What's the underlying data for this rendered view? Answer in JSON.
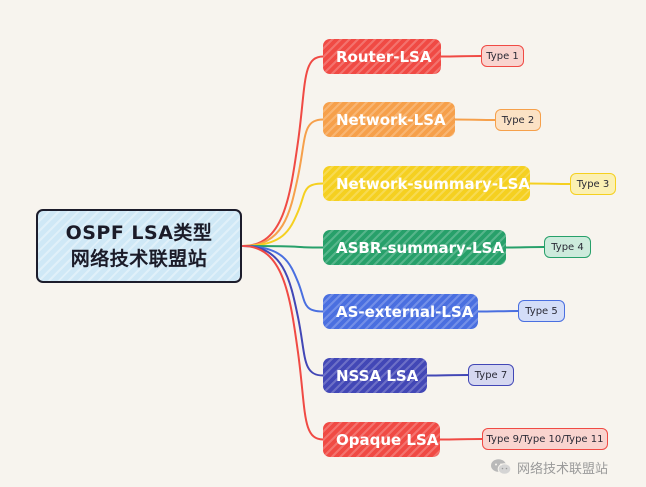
{
  "root": {
    "line1": "OSPF LSA类型",
    "line2": "网络技术联盟站"
  },
  "branches": [
    {
      "label": "Router-LSA",
      "tag": "Type 1",
      "color": "#f04a44",
      "tag_bg": "#f9d4cf"
    },
    {
      "label": "Network-LSA",
      "tag": "Type 2",
      "color": "#f6a04b",
      "tag_bg": "#fbe2c5"
    },
    {
      "label": "Network-summary-LSA",
      "tag": "Type 3",
      "color": "#f5d020",
      "tag_bg": "#fbf0b3"
    },
    {
      "label": "ASBR-summary-LSA",
      "tag": "Type 4",
      "color": "#27a06a",
      "tag_bg": "#cdebdc"
    },
    {
      "label": "AS-external-LSA",
      "tag": "Type 5",
      "color": "#4a6fe0",
      "tag_bg": "#d3ddf8"
    },
    {
      "label": "NSSA LSA",
      "tag": "Type 7",
      "color": "#4247b6",
      "tag_bg": "#d5d7f0"
    },
    {
      "label": "Opaque LSA",
      "tag": "Type 9/Type 10/Type 11",
      "color": "#f04a44",
      "tag_bg": "#f9d4cf"
    }
  ],
  "watermark": {
    "text": "网络技术联盟站",
    "icon": "wechat-icon"
  }
}
